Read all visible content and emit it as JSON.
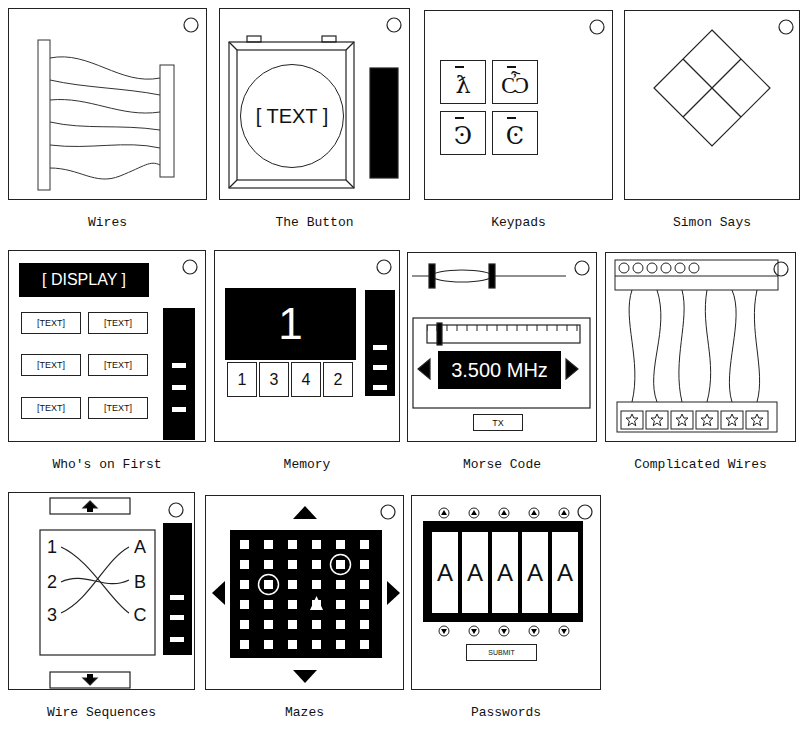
{
  "diagram": {
    "nodes": [
      {
        "text": [
          "Wires"
        ]
      },
      {
        "text": [
          "The Button"
        ]
      },
      {
        "text": [
          "[ TEXT ]"
        ],
        "in": 1
      },
      {
        "text": [
          "Keypads"
        ]
      },
      {
        "text": [
          "ƛ"
        ],
        "in": 3
      },
      {
        "text": [
          "Ѽ"
        ],
        "in": 3
      },
      {
        "text": [
          "Ͽ"
        ],
        "in": 3
      },
      {
        "text": [
          "Ͼ"
        ],
        "in": 3
      },
      {
        "text": [
          "Simon Says"
        ]
      },
      {
        "text": [
          "Who's on First"
        ]
      },
      {
        "text": [
          "[ DISPLAY ]"
        ],
        "in": 9
      },
      {
        "text": [
          "[TEXT]"
        ],
        "in": 9
      },
      {
        "text": [
          "[TEXT]"
        ],
        "in": 9
      },
      {
        "text": [
          "[TEXT]"
        ],
        "in": 9
      },
      {
        "text": [
          "[TEXT]"
        ],
        "in": 9
      },
      {
        "text": [
          "[TEXT]"
        ],
        "in": 9
      },
      {
        "text": [
          "[TEXT]"
        ],
        "in": 9
      },
      {
        "text": [
          "Memory"
        ]
      },
      {
        "text": [
          "1"
        ],
        "in": 17
      },
      {
        "text": [
          "1"
        ],
        "in": 17
      },
      {
        "text": [
          "3"
        ],
        "in": 17
      },
      {
        "text": [
          "4"
        ],
        "in": 17
      },
      {
        "text": [
          "2"
        ],
        "in": 17
      },
      {
        "text": [
          "Morse Code"
        ]
      },
      {
        "text": [
          "3.500 MHz"
        ],
        "in": 23
      },
      {
        "text": [
          "TX"
        ],
        "in": 23
      },
      {
        "text": [
          "Complicated Wires"
        ]
      },
      {
        "text": [
          "Wire Sequences"
        ]
      },
      {
        "text": [
          "Mazes"
        ]
      },
      {
        "text": [
          "Passwords"
        ]
      },
      {
        "text": [
          "A"
        ],
        "in": 29
      },
      {
        "text": [
          "A"
        ],
        "in": 29
      },
      {
        "text": [
          "A"
        ],
        "in": 29
      },
      {
        "text": [
          "A"
        ],
        "in": 29
      },
      {
        "text": [
          "A"
        ],
        "in": 29
      },
      {
        "text": [
          "SUBMIT"
        ],
        "in": 29
      }
    ],
    "labels": [
      "1",
      "2",
      "3",
      "A",
      "B",
      "C"
    ]
  }
}
